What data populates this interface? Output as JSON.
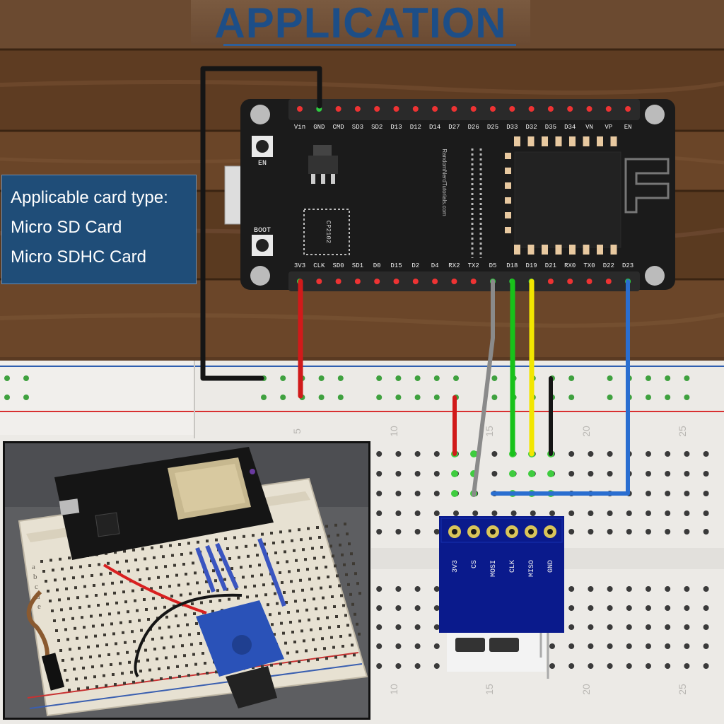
{
  "title": "APPLICATION",
  "card_info": {
    "heading": "Applicable card type:",
    "types": [
      "Micro SD Card",
      "Micro SDHC Card"
    ]
  },
  "board": {
    "buttons": [
      "EN",
      "BOOT"
    ],
    "chip_label": "CP2102",
    "site_label": "RandomNerdTutorials.com",
    "top_pins": [
      "Vin",
      "GND",
      "CMD",
      "SD3",
      "SD2",
      "D13",
      "D12",
      "D14",
      "D27",
      "D26",
      "D25",
      "D33",
      "D32",
      "D35",
      "D34",
      "VN",
      "VP",
      "EN"
    ],
    "bottom_pins": [
      "3V3",
      "CLK",
      "SD0",
      "SD1",
      "D0",
      "D15",
      "D2",
      "D4",
      "RX2",
      "TX2",
      "D5",
      "D18",
      "D19",
      "D21",
      "RX0",
      "TX0",
      "D22",
      "D23"
    ]
  },
  "breadboard": {
    "column_numbers": [
      "5",
      "10",
      "15",
      "20",
      "25"
    ],
    "photo_row_letters": [
      "a",
      "b",
      "c",
      "d",
      "e"
    ]
  },
  "sd_module": {
    "pins": [
      "3V3",
      "CS",
      "MOSI",
      "CLK",
      "MISO",
      "GND"
    ]
  },
  "colors": {
    "title": "#1d4e87",
    "card_box": "#1f4d78",
    "module": "#0a1a8c",
    "board": "#1b1b1b",
    "wire_red": "#d11a1a",
    "wire_green": "#18c21a",
    "wire_yellow": "#f2e600",
    "wire_blue": "#2a6ed0",
    "wire_gray": "#8a8a8a",
    "wire_black": "#151515"
  },
  "wiring": [
    {
      "from": "GND",
      "to": "GND",
      "color": "black"
    },
    {
      "from": "3V3",
      "to": "3V3",
      "color": "red"
    },
    {
      "from": "D5",
      "to": "CS",
      "color": "gray"
    },
    {
      "from": "D18",
      "to": "CLK",
      "color": "green"
    },
    {
      "from": "D19",
      "to": "MISO",
      "color": "yellow"
    },
    {
      "from": "D23",
      "to": "MOSI",
      "color": "blue"
    }
  ]
}
